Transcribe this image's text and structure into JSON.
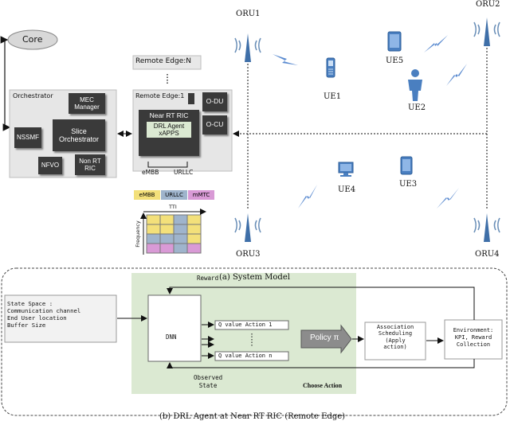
{
  "model": {
    "core": "Core",
    "remote_edge_n": "Remote Edge:N",
    "orchestrator": {
      "title": "Orchestrator",
      "mec": "MEC Manager",
      "nssmf": "NSSMF",
      "slice": "Slice Orchestrator",
      "nfvo": "NFVO",
      "non_rt_ric": "Non RT RIC"
    },
    "remote_edge_1": {
      "title": "Remote Edge:1",
      "near_rt_ric": "Near RT RIC",
      "drl_agent": "DRL Agent",
      "xapps": "xAPPS",
      "odu": "O-DU",
      "ocu": "O-CU",
      "embb_label": "eMBB",
      "urllc_label": "URLLC"
    },
    "legend": [
      "eMBB",
      "URLLC",
      "mMTC"
    ],
    "grid": {
      "tti": "TTI",
      "frequency": "Frequency"
    },
    "orus": [
      "ORU1",
      "ORU2",
      "ORU3",
      "ORU4"
    ],
    "ues": [
      "UE1",
      "UE2",
      "UE3",
      "UE4",
      "UE5"
    ],
    "caption_a": "(a) System Model"
  },
  "drl": {
    "reward": "Reward",
    "observed": "Observed\nState",
    "state_space": "State Space :\nCommunication channel\nEnd User location\nBuffer Size",
    "dnn": "DNN",
    "q1": "Q value Action 1",
    "qn": "Q value Action n",
    "policy": "Policy π",
    "assoc": "Association\nScheduling\n(Apply\naction)",
    "env": "Environment:\nKPI, Reward\nCollection",
    "choose": "Choose Action",
    "caption_b": "(b) DRL Agent at Near RT RIC (Remote Edge)"
  },
  "colors": {
    "embb": "#f3e07a",
    "urllc": "#9fb4cc",
    "mmtc": "#d99ad6",
    "gray": "#8c8c8c",
    "dark_box": "#3a3a3a",
    "panel": "#e4e4e4",
    "green_panel": "#dbe9d2"
  }
}
